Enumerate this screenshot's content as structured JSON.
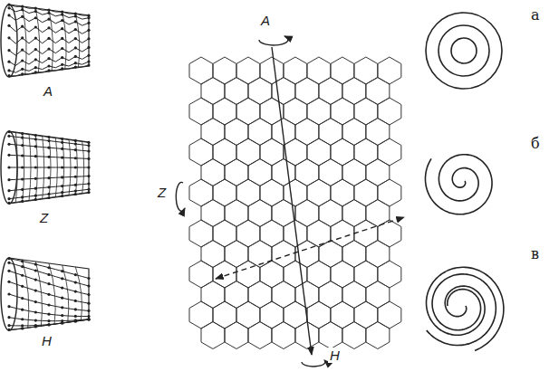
{
  "diagram": {
    "labels": [
      "A",
      "Z",
      "H",
      "A",
      "Z",
      "H",
      "а",
      "б",
      "в"
    ]
  }
}
